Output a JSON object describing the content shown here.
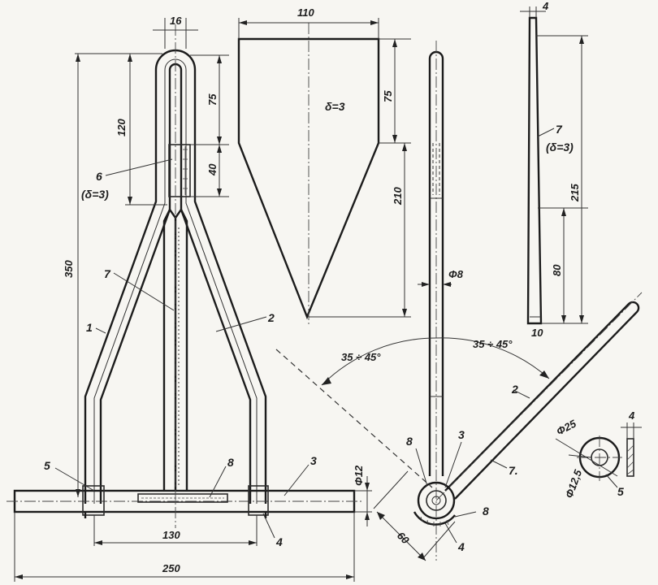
{
  "dimensions": {
    "d16": "16",
    "d110": "110",
    "d4_top": "4",
    "d75_left": "75",
    "d40": "40",
    "d120": "120",
    "d350": "350",
    "d75_plate": "75",
    "d210": "210",
    "d215": "215",
    "d80": "80",
    "d10": "10",
    "phi8": "Φ8",
    "angle_left": "35 ÷ 45°",
    "angle_right": "35 ÷ 45°",
    "phi12": "Φ12",
    "d130": "130",
    "d250": "250",
    "d60": "60",
    "phi25": "Φ25",
    "phi12_5": "Φ12,5",
    "d4_washer": "4"
  },
  "labels": {
    "part6": "6",
    "part6_note": "(δ=3)",
    "part7_main": "7",
    "part1": "1",
    "part2_main": "2",
    "part5_main": "5",
    "part8_main": "8",
    "part3_main": "3",
    "part4_main": "4",
    "plate_thickness": "δ=3",
    "part7_strip": "7",
    "part7_strip_note": "(δ=3)",
    "part8_side": "8",
    "part3_side": "3",
    "part2_side": "2",
    "part7_side": "7.",
    "part8_side_b": "8",
    "part4_side": "4",
    "part5_washer": "5"
  }
}
